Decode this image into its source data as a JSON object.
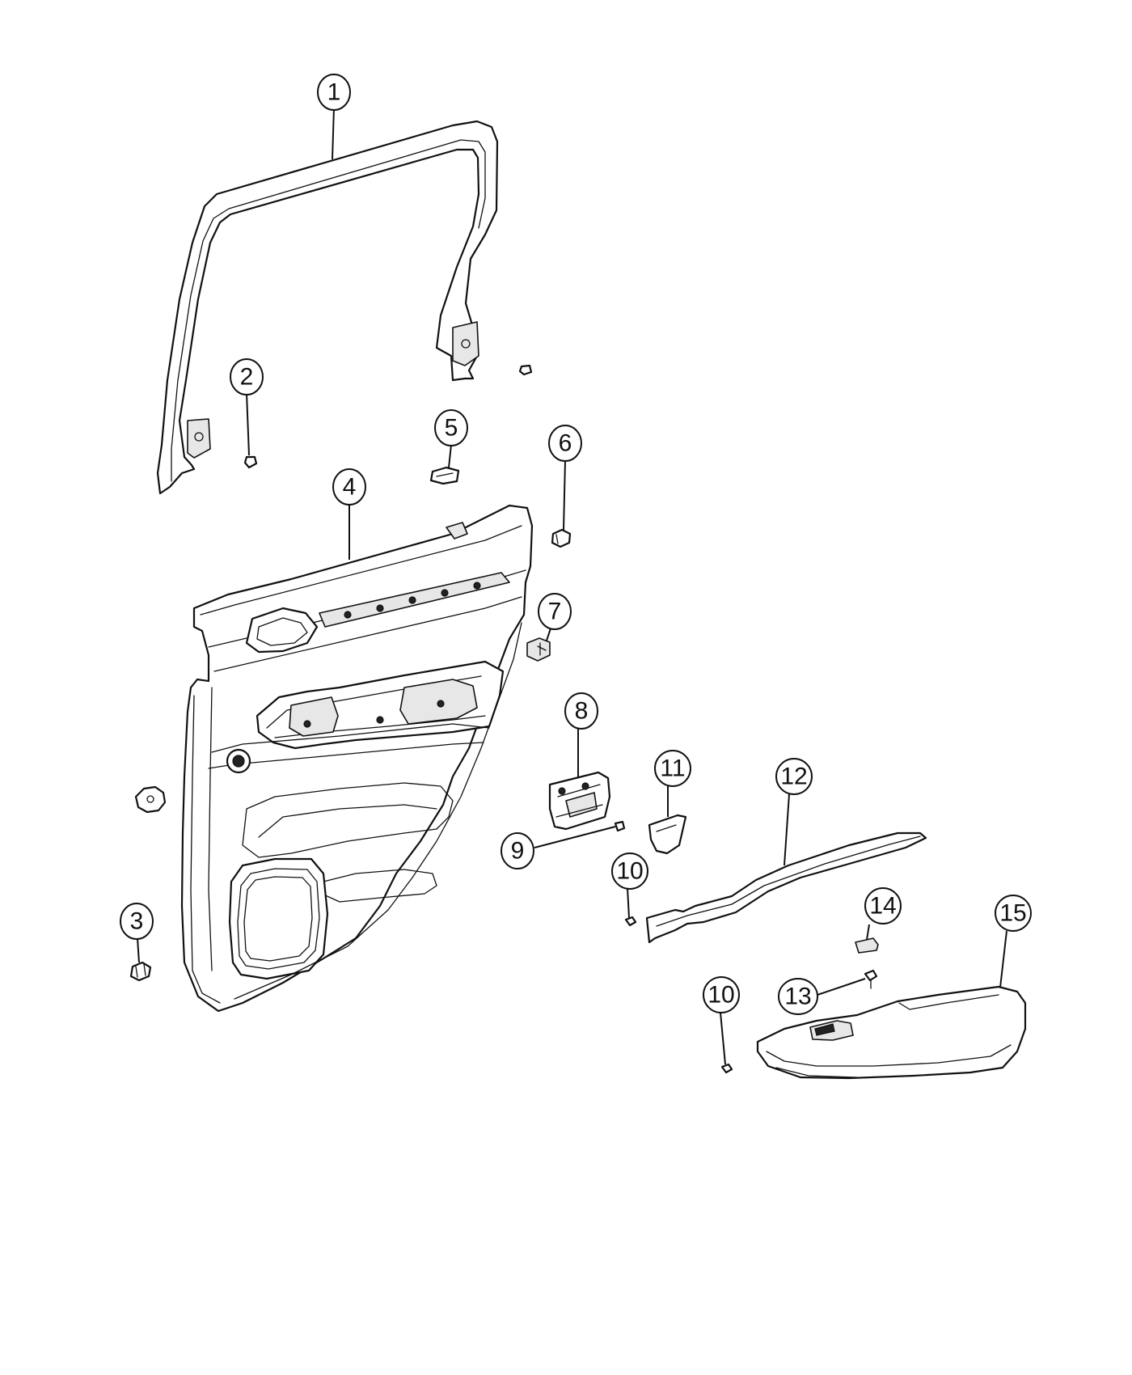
{
  "callouts": [
    {
      "id": "c1",
      "label": "1"
    },
    {
      "id": "c2",
      "label": "2"
    },
    {
      "id": "c3",
      "label": "3"
    },
    {
      "id": "c4",
      "label": "4"
    },
    {
      "id": "c5",
      "label": "5"
    },
    {
      "id": "c6",
      "label": "6"
    },
    {
      "id": "c7",
      "label": "7"
    },
    {
      "id": "c8",
      "label": "8"
    },
    {
      "id": "c9",
      "label": "9"
    },
    {
      "id": "c10a",
      "label": "10"
    },
    {
      "id": "c10b",
      "label": "10"
    },
    {
      "id": "c11",
      "label": "11"
    },
    {
      "id": "c12",
      "label": "12"
    },
    {
      "id": "c13",
      "label": "13"
    },
    {
      "id": "c14",
      "label": "14"
    },
    {
      "id": "c15",
      "label": "15"
    }
  ]
}
